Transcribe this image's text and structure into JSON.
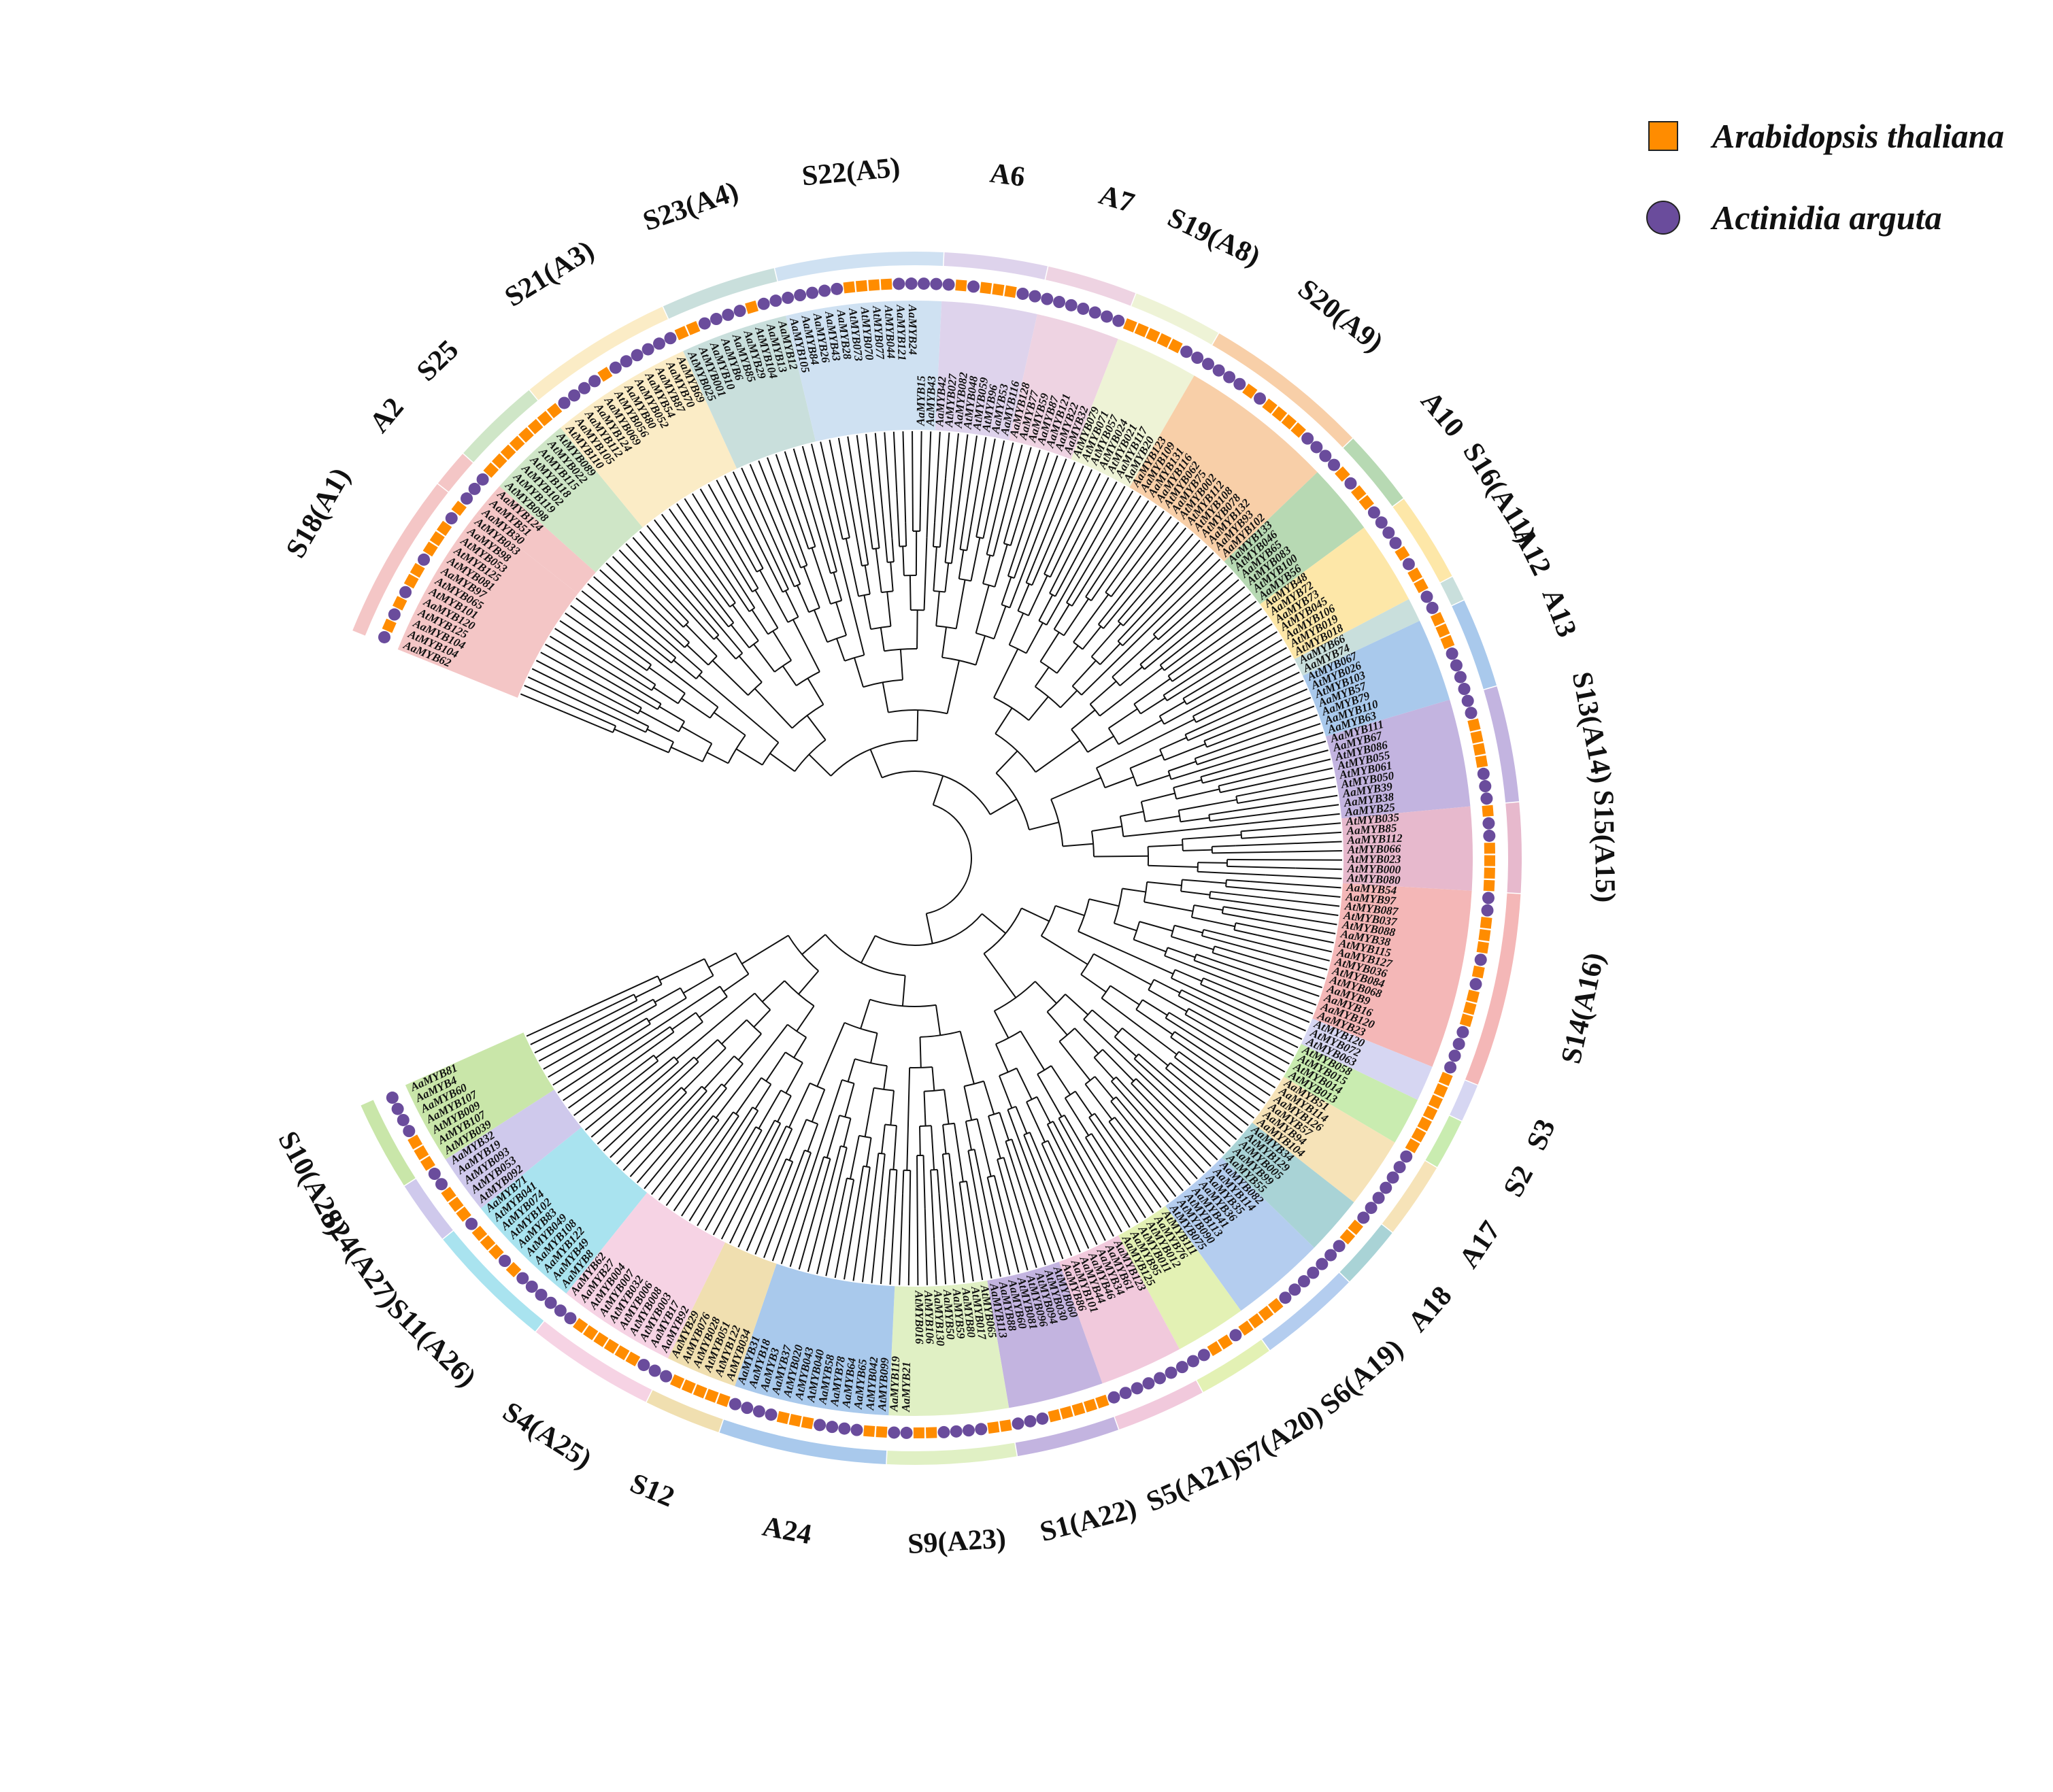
{
  "legend": {
    "at": {
      "label": "Arabidopsis thaliana",
      "shape": "square",
      "color": "#ff8c00"
    },
    "aa": {
      "label": "Actinidia arguta",
      "shape": "circle",
      "color": "#6a4c9c"
    }
  },
  "clades": [
    {
      "name": "S18(A1)",
      "color": "#f4c6c6",
      "leaves": [
        "AaMYB62",
        "AtMYB104",
        "AaMYB104",
        "AtMYB125",
        "AaMYB120",
        "AtMYB101",
        "AtMYB065",
        "AaMYB97",
        "AtMYB081",
        "AtMYB125",
        "AtMYB053",
        "AaMYB98",
        "AtMYB033"
      ]
    },
    {
      "name": "A2",
      "color": "#f4c6c6",
      "leaves": [
        "AaMYB30",
        "AaMYB51",
        "AaMYB124"
      ]
    },
    {
      "name": "S25",
      "color": "#cfe6c7",
      "leaves": [
        "AtMYB098",
        "AtMYB119",
        "AtMYB102",
        "AtMYB118",
        "AtMYB115",
        "AtMYB022",
        "AtMYB089"
      ]
    },
    {
      "name": "S21(A3)",
      "color": "#fbecc6",
      "leaves": [
        "AtMYB110",
        "AaMYB105",
        "AaMYB112",
        "AaMYB124",
        "AaMYB069",
        "AtMYB056",
        "AaMYB80",
        "AaMYB052",
        "AaMYB54",
        "AaMYB87",
        "AaMYB70",
        "AaMYB69"
      ]
    },
    {
      "name": "S23(A4)",
      "color": "#c9dfdc",
      "leaves": [
        "AtMYB025",
        "AtMYB001",
        "AaMYB10",
        "AaMYB6",
        "AaMYB85",
        "AaMYB29",
        "AtMYB104",
        "AaMYB13",
        "AaMYB12"
      ]
    },
    {
      "name": "S22(A5)",
      "color": "#cfe1f2",
      "leaves": [
        "AaMYB105",
        "AaMYB84",
        "AaMYB26",
        "AaMYB43",
        "AaMYB28",
        "AtMYB073",
        "AtMYB070",
        "AtMYB077",
        "AtMYB044",
        "AaMYB121",
        "AaMYB24",
        "AaMYB15",
        "AaMYB43"
      ]
    },
    {
      "name": "A6",
      "color": "#ded3ec",
      "leaves": [
        "AaMYB42",
        "AtMYB027",
        "AaMYB082",
        "AtMYB048",
        "AtMYB059",
        "AtMYB96",
        "AaMYB53",
        "AaMYB116"
      ]
    },
    {
      "name": "A7",
      "color": "#eed3e2",
      "leaves": [
        "AaMYB128",
        "AaMYB77",
        "AaMYB59",
        "AaMYB87",
        "AaMYB121",
        "AaMYB22",
        "AaMYB32"
      ]
    },
    {
      "name": "S19(A8)",
      "color": "#eef3d6",
      "leaves": [
        "AtMYB079",
        "AtMYB071",
        "AtMYB057",
        "AtMYB024",
        "AtMYB021",
        "AaMYB117",
        "AaMYB20"
      ]
    },
    {
      "name": "S20(A9)",
      "color": "#f8cfa8",
      "leaves": [
        "AaMYB123",
        "AaMYB109",
        "AaMYB131",
        "AaMYB116",
        "AtMYB062",
        "AaMYB75",
        "AtMYB002",
        "AtMYB112",
        "AtMYB108",
        "AtMYB078",
        "AaMYB132",
        "AaMYB93",
        "AaMYB102"
      ]
    },
    {
      "name": "A10",
      "color": "#b7d9b3",
      "leaves": [
        "AaMYB133",
        "AtMYB046",
        "AaMYB65",
        "AtMYB083",
        "AtMYB100",
        "AaMYB56"
      ]
    },
    {
      "name": "S16(A11)",
      "color": "#fde7a8",
      "leaves": [
        "AaMYB48",
        "AaMYB72",
        "AaMYB73",
        "AtMYB045",
        "AaMYB106",
        "AtMYB019",
        "AtMYB018"
      ]
    },
    {
      "name": "A12",
      "color": "#c9dfdc",
      "leaves": [
        "AaMYB66",
        "AaMYB74"
      ]
    },
    {
      "name": "A13",
      "color": "#a9c9ec",
      "leaves": [
        "AtMYB067",
        "AtMYB026",
        "AtMYB103",
        "AaMYB57",
        "AaMYB79",
        "AaMYB110",
        "AaMYB63"
      ]
    },
    {
      "name": "S13(A14)",
      "color": "#c3b4e0",
      "leaves": [
        "AaMYB111",
        "AaMYB67",
        "AtMYB086",
        "AtMYB055",
        "AtMYB061",
        "AtMYB050",
        "AaMYB39",
        "AaMYB38",
        "AaMYB25"
      ]
    },
    {
      "name": "S15(A15)",
      "color": "#e7b9cd",
      "leaves": [
        "AtMYB035",
        "AaMYB85",
        "AaMYB112",
        "AtMYB066",
        "AtMYB023",
        "AtMYB000",
        "AtMYB080"
      ]
    },
    {
      "name": "S14(A16)",
      "color": "#f4b7b7",
      "leaves": [
        "AaMYB54",
        "AaMYB97",
        "AtMYB087",
        "AtMYB037",
        "AtMYB088",
        "AaMYB38",
        "AtMYB115",
        "AaMYB127",
        "AtMYB036",
        "AtMYB084",
        "AtMYB068",
        "AaMYB9",
        "AaMYB16",
        "AaMYB120",
        "AaMYB23"
      ]
    },
    {
      "name": "S3",
      "color": "#d6d6f2",
      "leaves": [
        "AtMYB120",
        "AtMYB072",
        "AtMYB063"
      ]
    },
    {
      "name": "S2",
      "color": "#c9ecb0",
      "leaves": [
        "AtMYB058",
        "AtMYB015",
        "AtMYB014",
        "AtMYB013"
      ]
    },
    {
      "name": "A17",
      "color": "#f6e3b8",
      "leaves": [
        "AaMYB51",
        "AaMYB114",
        "AaMYB126",
        "AaMYB57",
        "AaMYB94",
        "AaMYB104"
      ]
    },
    {
      "name": "A18",
      "color": "#a9d3d6",
      "leaves": [
        "AaMYB34",
        "AtMYB129",
        "AtMYB005",
        "AaMYB99",
        "AaMYB55"
      ]
    },
    {
      "name": "S6(A19)",
      "color": "#b4cdef",
      "leaves": [
        "AaMYB082",
        "AaMYB114",
        "AaMYB35",
        "AaMYB36",
        "AaMYB41",
        "AtMYB113",
        "AtMYB090",
        "AtMYB075"
      ]
    },
    {
      "name": "S7(A20)",
      "color": "#e3f1b4",
      "leaves": [
        "AtMYB111",
        "AaMYB76",
        "AtMYB012",
        "AtMYB011",
        "AaMYB95",
        "AaMYB125"
      ]
    },
    {
      "name": "S5(A21)",
      "color": "#f1c9dc",
      "leaves": [
        "AaMYB123",
        "AaMYB61",
        "AaMYB34",
        "AaMYB46",
        "AaMYB44",
        "AaMYB101",
        "AaMYB86"
      ]
    },
    {
      "name": "S1(A22)",
      "color": "#c3b4e0",
      "leaves": [
        "AtMYB060",
        "AtMYB030",
        "AtMYB094",
        "AtMYB096",
        "AtMYB081",
        "AaMYB60",
        "AaMYB88",
        "AaMYB113"
      ]
    },
    {
      "name": "S9(A23)",
      "color": "#e0f0c4",
      "leaves": [
        "AtMYB065",
        "AtMYB017",
        "AaMYB80",
        "AaMYB59",
        "AaMYB50",
        "AaMYB130",
        "AtMYB106",
        "AtMYB016",
        "AaMYB21",
        "AaMYB119"
      ]
    },
    {
      "name": "A24",
      "color": "#a9c9ec",
      "leaves": [
        "AtMYB099",
        "AtMYB042",
        "AaMYB65",
        "AaMYB64",
        "AaMYB78",
        "AaMYB58",
        "AtMYB040",
        "AtMYB043",
        "AtMYB020",
        "AaMYB37",
        "AaMYB3",
        "AaMYB18",
        "AaMYB31"
      ]
    },
    {
      "name": "S12",
      "color": "#f0dfb0",
      "leaves": [
        "AtMYB034",
        "AtMYB122",
        "AtMYB051",
        "AtMYB028",
        "AtMYB076",
        "AaMYB29"
      ]
    },
    {
      "name": "S4(A25)",
      "color": "#f6d3e4",
      "leaves": [
        "AaMYB92",
        "AaMYB17",
        "AtMYB003",
        "AtMYB008",
        "AtMYB006",
        "AtMYB032",
        "AtMYB007",
        "AtMYB004",
        "AaMYB27",
        "AaMYB62"
      ]
    },
    {
      "name": "S11(A26)",
      "color": "#a9e3ef",
      "leaves": [
        "AaMYB8",
        "AaMYB49",
        "AaMYB122",
        "AaMYB108",
        "AtMYB049",
        "AaMYB83",
        "AtMYB102",
        "AtMYB074",
        "AtMYB041",
        "AaMYB71"
      ]
    },
    {
      "name": "S24(A27)",
      "color": "#cfc9ec",
      "leaves": [
        "AtMYB092",
        "AtMYB053",
        "AtMYB093",
        "AaMYB19",
        "AaMYB32"
      ]
    },
    {
      "name": "S10(A28)",
      "color": "#c9e6a9",
      "leaves": [
        "AtMYB039",
        "AtMYB107",
        "AtMYB009",
        "AaMYB107",
        "AaMYB60",
        "AaMYB4",
        "AaMYB81"
      ]
    }
  ]
}
